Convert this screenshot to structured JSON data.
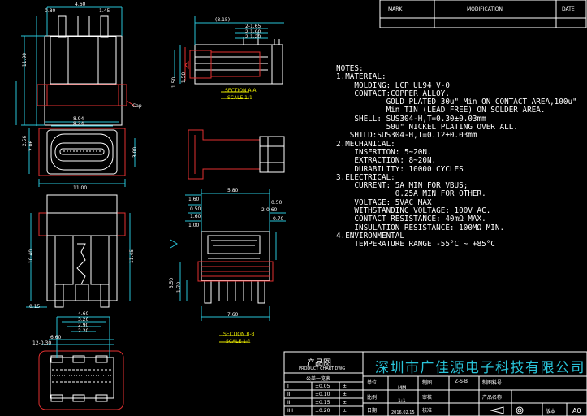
{
  "revision_table": {
    "headers": [
      "MARK",
      "MODIFICATION",
      "DATE"
    ]
  },
  "notes": [
    "NOTES:",
    "1.MATERIAL:",
    "    MOLDING: LCP UL94 V-0",
    "    CONTACT:COPPER ALLOY.",
    "           GOLD PLATED 30u\" Min ON CONTACT AREA,100u\"",
    "           Min TIN (LEAD FREE) ON SOLDER AREA.",
    "    SHELL: SUS304-H,T=0.30±0.03mm",
    "           50u\" NICKEL PLATING OVER ALL.",
    "   SHILD:SUS304-H,T=0.12±0.03mm",
    "2.MECHANICAL:",
    "    INSERTION: 5~20N.",
    "    EXTRACTION: 8~20N.",
    "    DURABILITY: 10000 CYCLES",
    "3.ELECTRICAL:",
    "    CURRENT: 5A MIN FOR VBUS;",
    "             0.25A MIN FOR OTHER.",
    "    VOLTAGE: 5VAC MAX",
    "    WITHSTANDING VOLTAGE: 100V AC.",
    "    CONTACT RESISTANCE: 40mΩ MAX.",
    "    INSULATION RESISTANCE: 100MΩ MIN.",
    "4.ENVIRONMENTAL",
    "    TEMPERATURE RANGE -55°C ~ +85°C"
  ],
  "title_block": {
    "drawing_title": "产品图",
    "drawing_title_en": "PRODUCT CHART DWG",
    "company": "深圳市广佳源电子科技有限公司",
    "tolerance_header": "公差一览表",
    "tolerance_rows": [
      {
        "grade": "I",
        "value": "±0.05"
      },
      {
        "grade": "II",
        "value": "±0.10"
      },
      {
        "grade": "III",
        "value": "±0.15"
      },
      {
        "grade": "IIII",
        "value": "±0.20"
      }
    ],
    "angle_prefix": "±",
    "unit_label": "单位",
    "unit_value": "MM",
    "scale_label": "比例",
    "scale_value": "1:1",
    "date_label": "日期",
    "date_value": "2016.02.15",
    "drawn_label": "制图",
    "drawn_value": "Z-S-B",
    "checked_label": "审核",
    "approved_label": "核准",
    "drawing_no_label": "制图料号",
    "product_name_label": "产品名称",
    "version_label": "版本",
    "version_value": "A0"
  },
  "views": {
    "section_a": "SECTION A-A",
    "section_a_scale": "SCALE 1:1",
    "section_b": "SECTION B-B",
    "section_b_scale": "SCALE 1:1",
    "cap_label": "Cap"
  },
  "dims": {
    "top_width": "4.60",
    "top_half": "0.80",
    "top_side": "1.45",
    "height_top": "11.90",
    "face_outer": "8.94",
    "face_inner": "8.34",
    "face_h1": "2.56",
    "face_h2": "2.06",
    "face_right": "3.00",
    "bottom_width": "11.00",
    "front_height": "10.40",
    "front_right": "11.45",
    "pcb_tol": "0.15",
    "pcb_a": "4.60",
    "pcb_b": "3.20",
    "pcb_c": "2.90",
    "pcb_d": "2.20",
    "pcb_e": "6.60",
    "pcb_f": "12-0.30",
    "sec_a_top": "(8.15)",
    "sec_a_1": "2-1.65",
    "sec_a_2": "2-1.00",
    "sec_a_3": "2-1.20",
    "sec_a_h1": "1.50",
    "sec_a_h2": "1.50",
    "sec_b_top": "5.80",
    "sec_b_r1": "0.50",
    "sec_b_r2": "2-0.60",
    "sec_b_r3": "0.70",
    "sec_b_l1": "1.60",
    "sec_b_l2": "0.50",
    "sec_b_l3": "1.60",
    "sec_b_l4": "1.00",
    "sec_b_h1": "3.50",
    "sec_b_h2": "1.70",
    "sec_b_bottom": "7.60"
  }
}
